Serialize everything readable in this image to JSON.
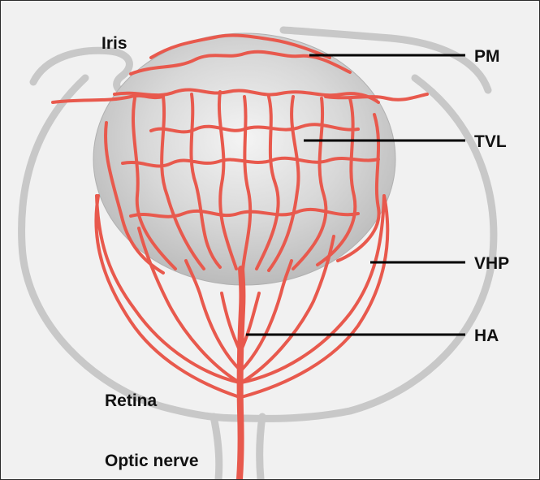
{
  "labels": {
    "iris": "Iris",
    "retina": "Retina",
    "optic_nerve": "Optic nerve",
    "pm": "PM",
    "tvl": "TVL",
    "vhp": "VHP",
    "ha": "HA"
  },
  "colors": {
    "background": "#f1f1f1",
    "eye_outline": "#c8c8c8",
    "lens_fill": "#c9c9c9",
    "vessel": "#e8594d",
    "leader_line": "#000000"
  }
}
